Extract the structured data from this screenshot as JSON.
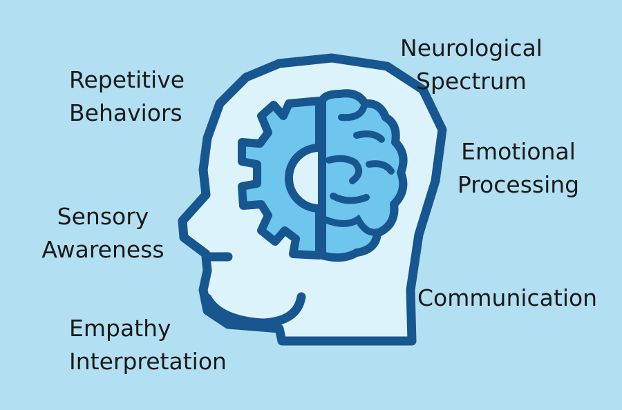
{
  "colors": {
    "background": "#b3dff2",
    "head_fill": "#dcf3fc",
    "outline": "#17568f",
    "gear_fill": "#6ec5ee",
    "brain_fill": "#6ec5ee"
  },
  "icons": {
    "head": "head-profile-icon",
    "gear": "gear-icon",
    "brain": "brain-icon"
  },
  "labels": {
    "repetitive_behaviors": [
      "Repetitive",
      "Behaviors"
    ],
    "neurological_spectrum": [
      "Neurological",
      "Spectrum"
    ],
    "emotional_processing": [
      "Emotional",
      "Processing"
    ],
    "sensory_awareness": [
      "Sensory",
      "Awareness"
    ],
    "communication": [
      "Communication"
    ],
    "empathy_interpretation": [
      "Empathy",
      "Interpretation"
    ]
  }
}
